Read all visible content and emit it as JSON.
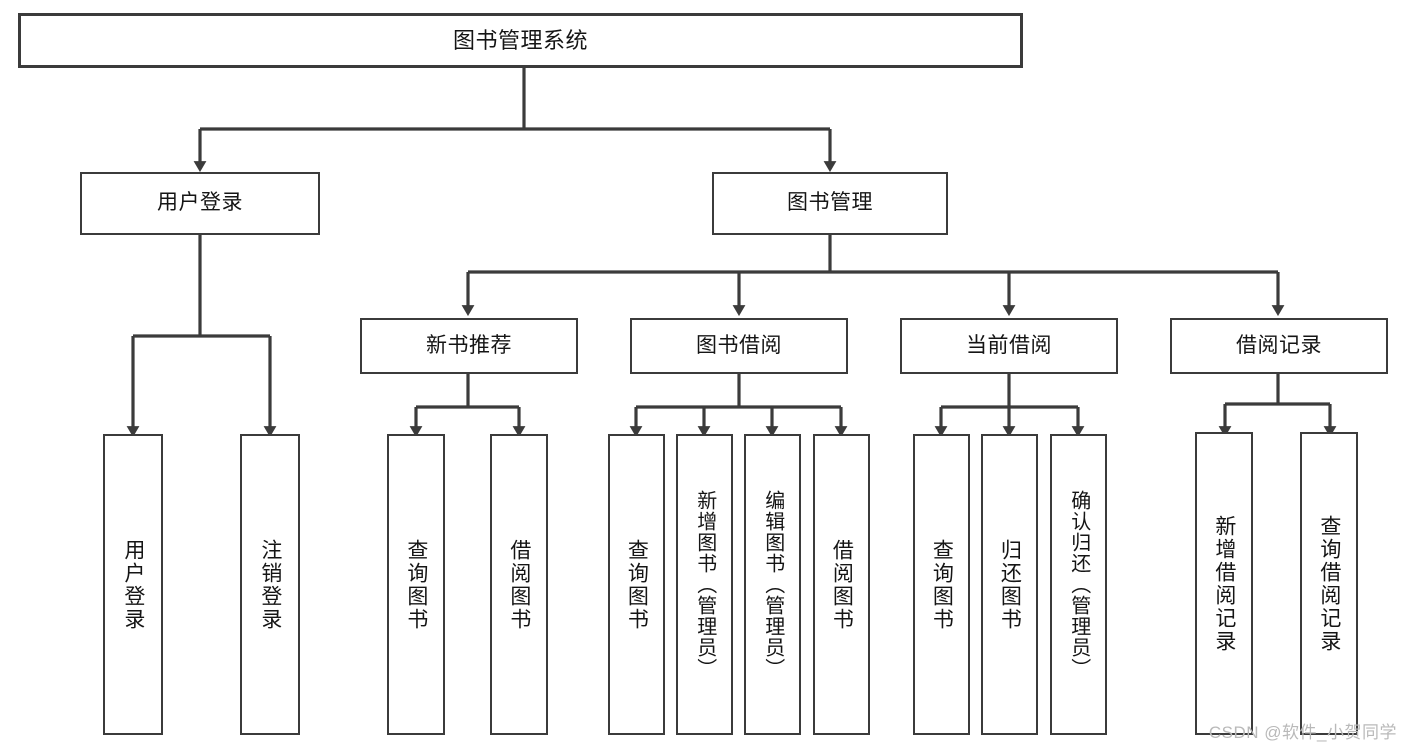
{
  "diagram": {
    "title": "图书管理系统",
    "type": "tree",
    "watermark": "CSDN @软件_小贺同学",
    "colors": {
      "box_border": "#3b3b3b",
      "box_fill": "#ffffff",
      "edge": "#3b3b3b",
      "text": "#151515",
      "watermark": "#b9b9b9"
    },
    "nodes": {
      "root": {
        "label": "图书管理系统"
      },
      "level2": [
        {
          "label": "用户登录"
        },
        {
          "label": "图书管理"
        }
      ],
      "level3": [
        {
          "label": "新书推荐"
        },
        {
          "label": "图书借阅"
        },
        {
          "label": "当前借阅"
        },
        {
          "label": "借阅记录"
        }
      ],
      "leaves": {
        "user_login": [
          {
            "label": "用户登录"
          },
          {
            "label": "注销登录"
          }
        ],
        "new_book": [
          {
            "label": "查询图书"
          },
          {
            "label": "借阅图书"
          }
        ],
        "borrow": [
          {
            "label": "查询图书"
          },
          {
            "label": "新增图书（管理员）"
          },
          {
            "label": "编辑图书（管理员）"
          },
          {
            "label": "借阅图书"
          }
        ],
        "current": [
          {
            "label": "查询图书"
          },
          {
            "label": "归还图书"
          },
          {
            "label": "确认归还（管理员）"
          }
        ],
        "records": [
          {
            "label": "新增借阅记录"
          },
          {
            "label": "查询借阅记录"
          }
        ]
      }
    }
  }
}
